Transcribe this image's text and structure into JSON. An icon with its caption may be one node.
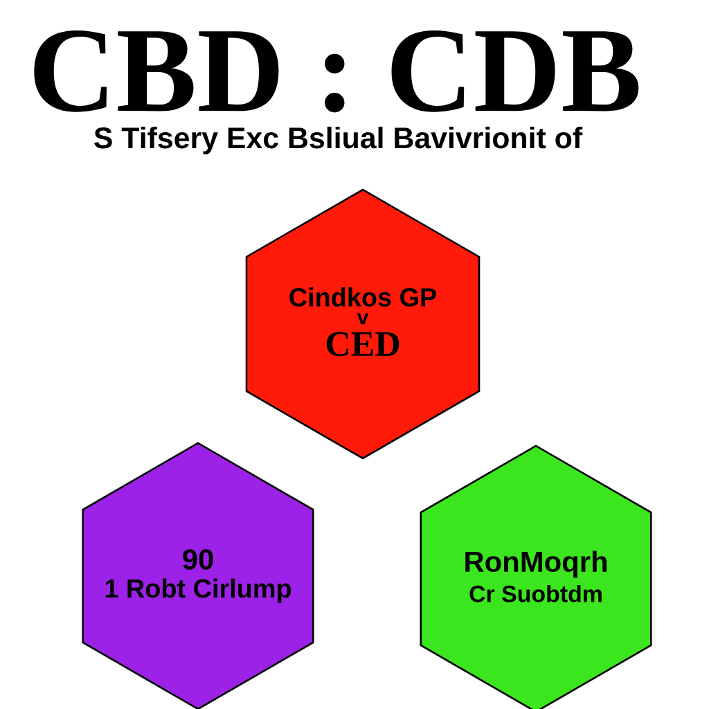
{
  "diagram": {
    "title": "CBD : CDB",
    "nodes": [
      {
        "text": [
          "Cindkos GP",
          "v",
          "CED"
        ]
      },
      {
        "text": [
          "90",
          "1 Robt Cirlump"
        ]
      },
      {
        "text": [
          "RonMoqrh",
          "Cr Suobtdm"
        ]
      }
    ],
    "labels": [
      "S Tifsery Exc Bsliual Bavivrionit of"
    ]
  }
}
